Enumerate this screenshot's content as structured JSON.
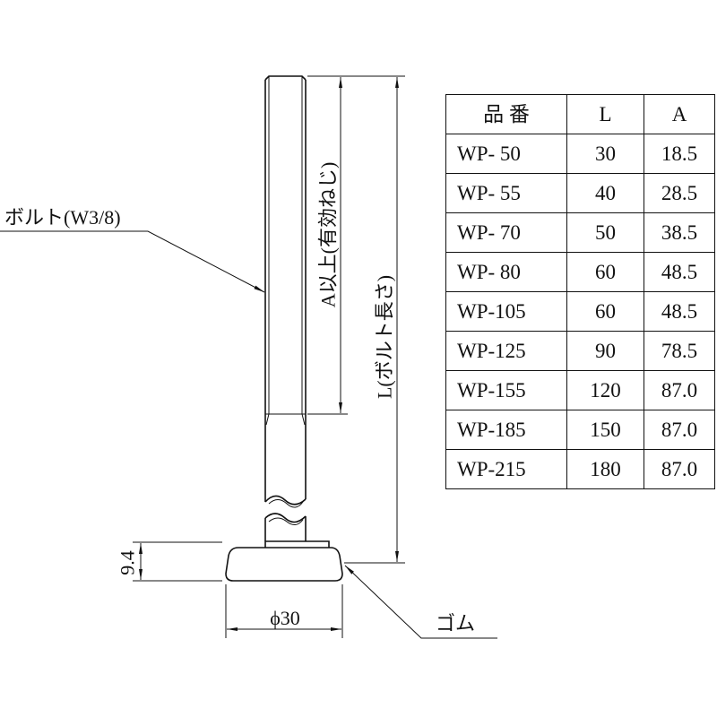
{
  "labels": {
    "bolt": "ボルト(W3/8)",
    "a_dim": "A以上(有効ねじ)",
    "l_dim": "L(ボルト長さ)",
    "height": "9.4",
    "diameter": "ϕ30",
    "rubber": "ゴム"
  },
  "table": {
    "headers": [
      "品 番",
      "L",
      "A"
    ],
    "rows": [
      [
        "WP- 50",
        "30",
        "18.5"
      ],
      [
        "WP- 55",
        "40",
        "28.5"
      ],
      [
        "WP- 70",
        "50",
        "38.5"
      ],
      [
        "WP- 80",
        "60",
        "48.5"
      ],
      [
        "WP-105",
        "60",
        "48.5"
      ],
      [
        "WP-125",
        "90",
        "78.5"
      ],
      [
        "WP-155",
        "120",
        "87.0"
      ],
      [
        "WP-185",
        "150",
        "87.0"
      ],
      [
        "WP-215",
        "180",
        "87.0"
      ]
    ]
  }
}
